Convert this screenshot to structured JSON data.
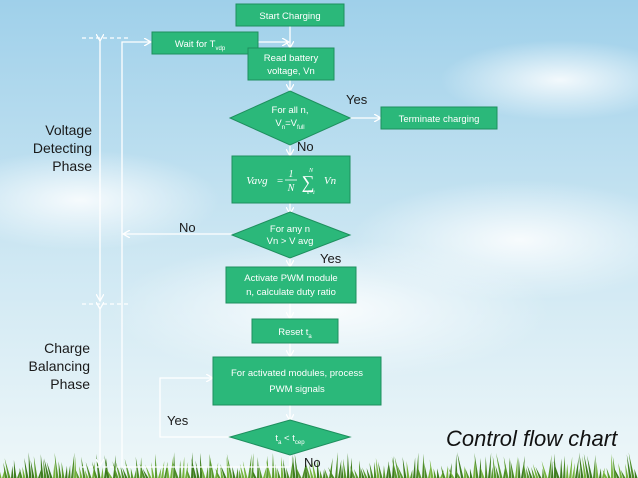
{
  "nodes": {
    "start": "Start Charging",
    "wait": "Wait for T",
    "wait_sub": "vdp",
    "read_line1": "Read battery",
    "read_line2": "voltage, Vn",
    "forall_line1": "For all n,",
    "forall_v": "V",
    "forall_n": "n",
    "forall_eq": "=V",
    "forall_full": "full",
    "terminate": "Terminate charging",
    "formula_lhs": "Vavg",
    "formula_eq": "=",
    "formula_num": "1",
    "formula_den": "N",
    "formula_sigma": "∑",
    "formula_top": "N",
    "formula_bottom": "n=1",
    "formula_var": "Vn",
    "forany_line1": "For any n",
    "forany_line2": "Vn > V avg",
    "pwm_line1": "Activate PWM module",
    "pwm_line2": "n, calculate duty ratio",
    "reset": "Reset t",
    "reset_sub": "a",
    "process_line1": "For activated modules, process",
    "process_line2": "PWM signals",
    "compare_t": "t",
    "compare_a": "a",
    "compare_lt": " < t",
    "compare_cep": "cep"
  },
  "labels": {
    "yes_top": "Yes",
    "no_mid": "No",
    "no_left": "No",
    "yes_mid": "Yes",
    "yes_bottom": "Yes",
    "no_bottom": "No"
  },
  "phases": {
    "voltage_line1": "Voltage",
    "voltage_line2": "Detecting",
    "voltage_line3": "Phase",
    "charge_line1": "Charge",
    "charge_line2": "Balancing",
    "charge_line3": "Phase"
  },
  "title": "Control flow chart",
  "colors": {
    "node_fill": "#2bb87a",
    "node_stroke": "#1e8f5e",
    "arrow": "#ffffff",
    "sky_top": "#a9d6ec",
    "sky_bottom": "#e8f4f8",
    "grass": "#5a9a2e"
  }
}
